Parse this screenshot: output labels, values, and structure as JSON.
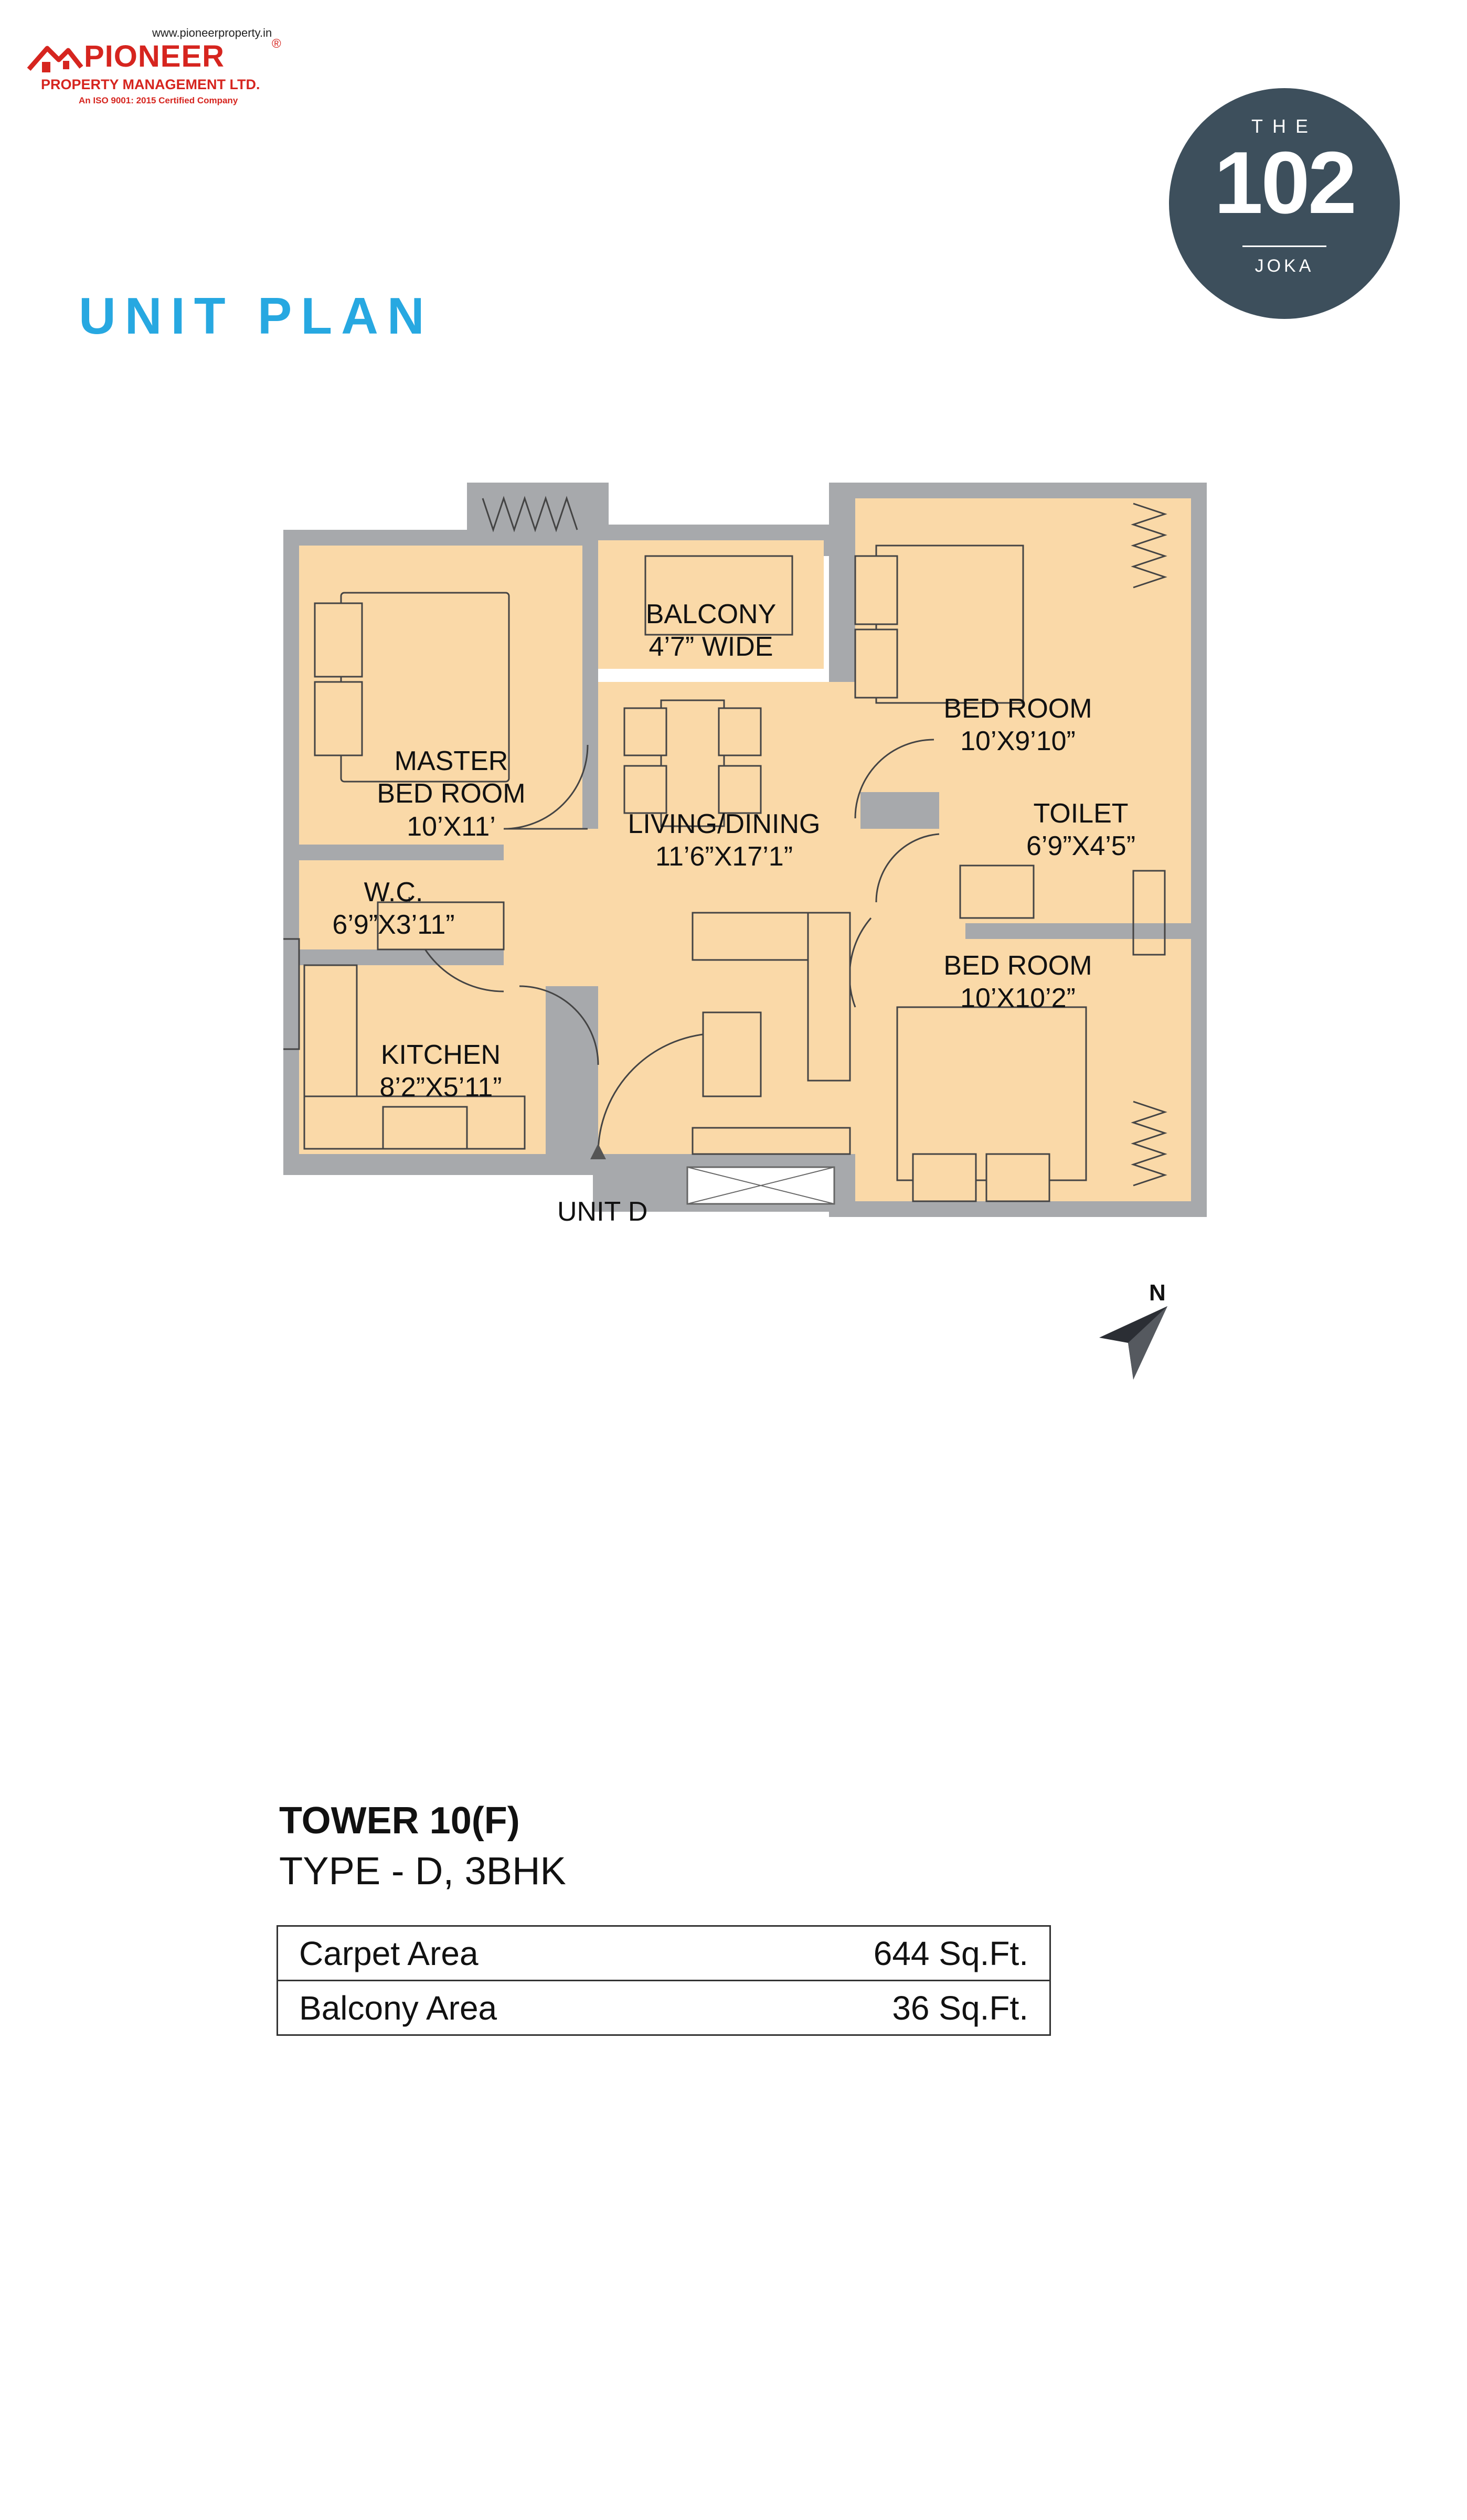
{
  "header": {
    "logo_url": "www.pioneerproperty.in",
    "logo_name": "PIONEER",
    "logo_registered": "®",
    "logo_subtitle": "PROPERTY MANAGEMENT LTD.",
    "logo_certification": "An ISO 9001: 2015 Certified Company"
  },
  "badge": {
    "prefix": "THE",
    "number": "102",
    "location": "JOKA"
  },
  "page_title": "UNIT PLAN",
  "plan": {
    "rooms": [
      {
        "id": "balcony",
        "lines": [
          "BALCONY",
          "4’7” WIDE"
        ]
      },
      {
        "id": "master-bedroom",
        "lines": [
          "MASTER",
          "BED ROOM",
          "10’X11’"
        ]
      },
      {
        "id": "bedroom-1",
        "lines": [
          "BED ROOM",
          "10’X9’10”"
        ]
      },
      {
        "id": "toilet",
        "lines": [
          "TOILET",
          "6’9”X4’5”"
        ]
      },
      {
        "id": "living-dining",
        "lines": [
          "LIVING/DINING",
          "11’6”X17’1”"
        ]
      },
      {
        "id": "wc",
        "lines": [
          "W.C.",
          "6’9”X3’11”"
        ]
      },
      {
        "id": "bedroom-2",
        "lines": [
          "BED ROOM",
          "10’X10’2”"
        ]
      },
      {
        "id": "kitchen",
        "lines": [
          "KITCHEN",
          "8’2”X5’11”"
        ]
      }
    ],
    "unit_label": "UNIT D",
    "north_label": "N"
  },
  "details": {
    "tower": "TOWER 10(F)",
    "type": "TYPE - D, 3BHK",
    "areas": [
      {
        "label": "Carpet Area",
        "value": "644 Sq.Ft."
      },
      {
        "label": "Balcony Area",
        "value": "36 Sq.Ft."
      }
    ]
  },
  "colors": {
    "accent": "#27a8e1",
    "brand": "#d6251f",
    "badge": "#3d4f5c",
    "room_fill": "#fad9a8",
    "wall": "#a7a9ac"
  }
}
